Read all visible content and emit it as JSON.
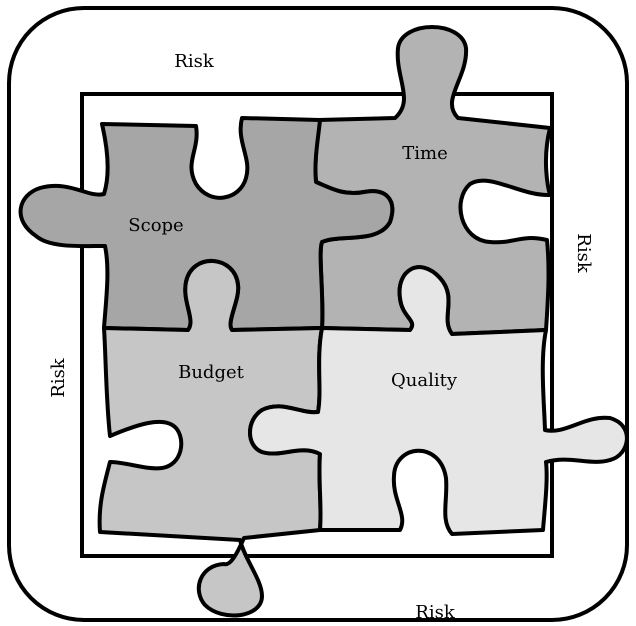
{
  "risk_labels": {
    "top": "Risk",
    "right": "Risk",
    "left": "Risk",
    "bottom": "Risk"
  },
  "pieces": {
    "scope": {
      "label": "Scope",
      "color": "#a6a6a6"
    },
    "time": {
      "label": "Time",
      "color": "#b3b3b3"
    },
    "budget": {
      "label": "Budget",
      "color": "#c6c6c6"
    },
    "quality": {
      "label": "Quality",
      "color": "#e6e6e6"
    }
  }
}
